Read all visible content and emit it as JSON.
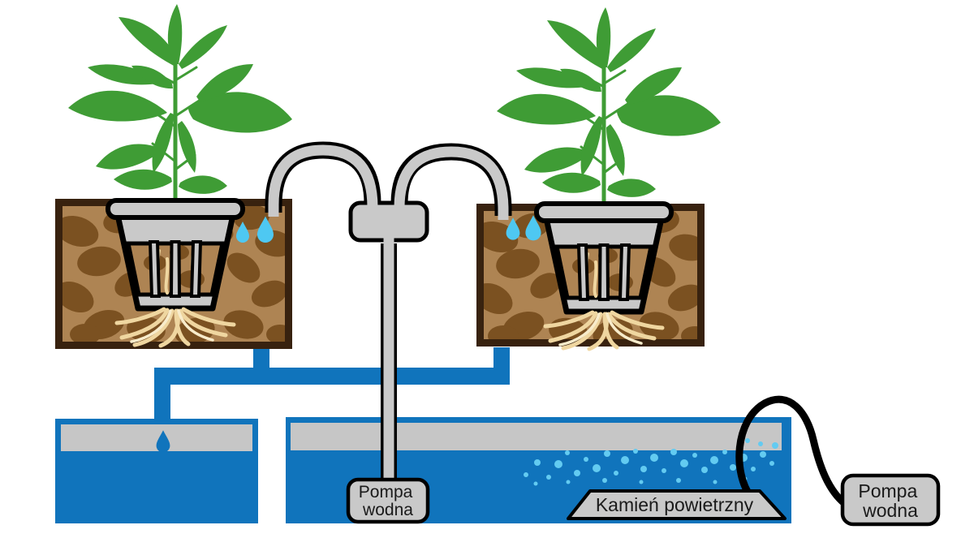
{
  "labels": {
    "water_pump": {
      "line1": "Pompa",
      "line2": "wodna"
    },
    "air_stone": {
      "text": "Kamień powietrzny"
    },
    "air_pump": {
      "line1": "Pompa",
      "line2": "wodna"
    }
  },
  "colors": {
    "water_blue": "#1074BC",
    "drip_cyan": "#4EC8F2",
    "bubble_cyan": "#63CBF1",
    "plant_green": "#3F9C35",
    "substrate_brown": "#AE8453",
    "pebble_brown": "#7B5121",
    "bed_border_brown": "#38220F",
    "hardware_gray": "#C9C9C9",
    "air_gap_gray": "#C6C6C6",
    "root_tan": "#EFD6A0",
    "root_tan_light": "#F8ECCB",
    "outline_black": "#000000",
    "label_text": "#1A1A1A"
  }
}
